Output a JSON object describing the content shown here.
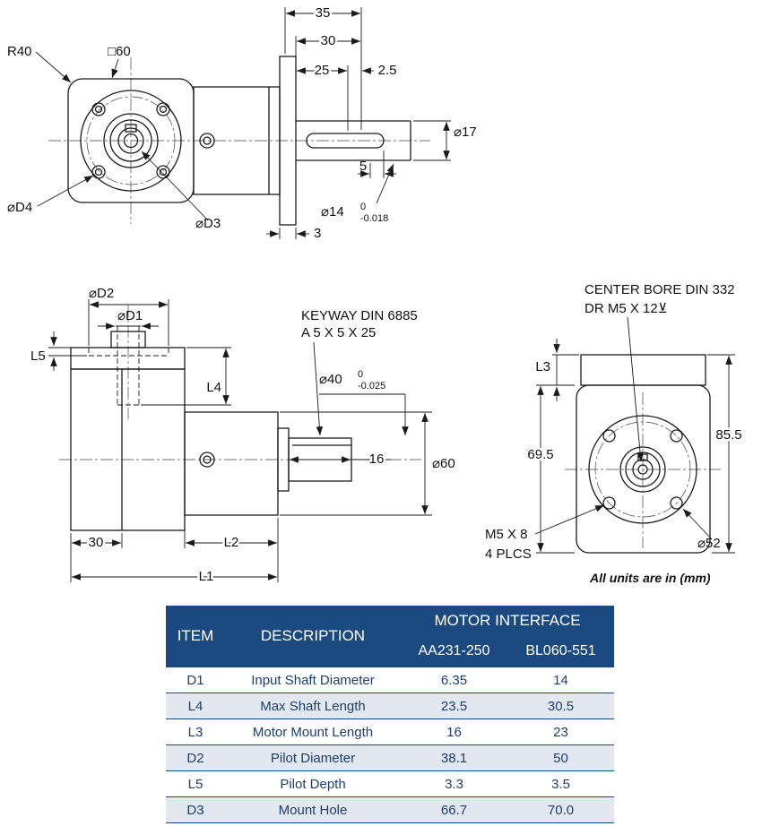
{
  "drawing": {
    "top_view": {
      "dim_35": "35",
      "dim_30": "30",
      "dim_25": "25",
      "dim_2_5": "2.5",
      "r40": "R40",
      "sq60": "□60",
      "dia17": "⌀17",
      "dim_5": "5",
      "dia14": "⌀14",
      "dia14_tol_upper": "0",
      "dia14_tol_lower": "-0.018",
      "dim_3": "3",
      "dia_d4": "⌀D4",
      "dia_d3": "⌀D3"
    },
    "side_view": {
      "dia_d2": "⌀D2",
      "dia_d1": "⌀D1",
      "l5": "L5",
      "l4": "L4",
      "keyway_line1": "KEYWAY DIN 6885",
      "keyway_line2": "A 5 X 5 X 25",
      "dia40": "⌀40",
      "dia40_tol_upper": "0",
      "dia40_tol_lower": "-0.025",
      "dim_16": "16",
      "dia60": "⌀60",
      "dim_30": "30",
      "l2": "L2",
      "l1": "L1"
    },
    "rear_view": {
      "center_bore_line1": "CENTER BORE DIN 332",
      "center_bore_line2": "DR M5 X 12⊻",
      "l3": "L3",
      "dim_69_5": "69.5",
      "dim_85_5": "85.5",
      "m5_line1": "M5 X 8",
      "m5_line2": "4 PLCS",
      "dia52": "⌀52",
      "units_note": "All units are in (mm)"
    }
  },
  "table": {
    "header": {
      "item": "ITEM",
      "description": "DESCRIPTION",
      "motor_interface": "MOTOR INTERFACE",
      "interface_a": "AA231-250",
      "interface_b": "BL060-551"
    },
    "rows": [
      {
        "item": "D1",
        "description": "Input Shaft Diameter",
        "a": "6.35",
        "b": "14"
      },
      {
        "item": "L4",
        "description": "Max Shaft Length",
        "a": "23.5",
        "b": "30.5"
      },
      {
        "item": "L3",
        "description": "Motor Mount Length",
        "a": "16",
        "b": "23"
      },
      {
        "item": "D2",
        "description": "Pilot Diameter",
        "a": "38.1",
        "b": "50"
      },
      {
        "item": "L5",
        "description": "Pilot Depth",
        "a": "3.3",
        "b": "3.5"
      },
      {
        "item": "D3",
        "description": "Mount Hole",
        "a": "66.7",
        "b": "70.0"
      }
    ],
    "colors": {
      "header_bg": "#1a4a80",
      "header_text": "#ffffff",
      "row_text": "#1c3e73",
      "row_alt_bg": "#e3e7ef"
    }
  }
}
